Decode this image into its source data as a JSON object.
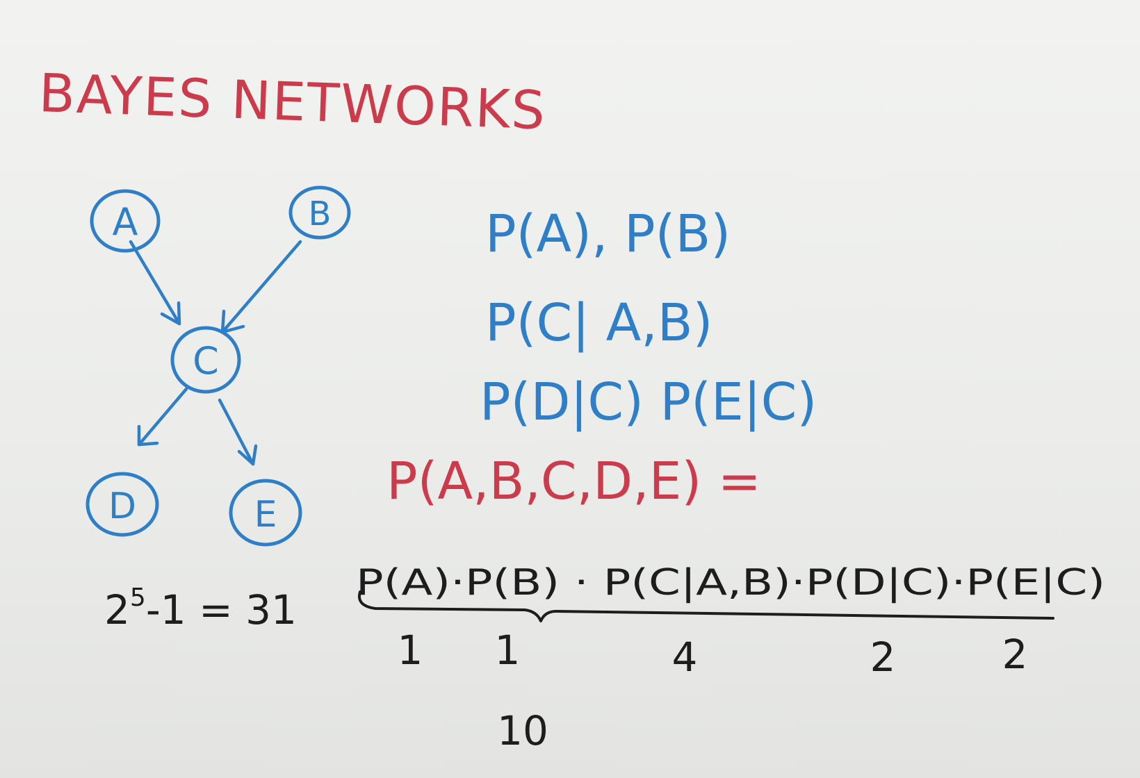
{
  "title": "BAYES NETWORKS",
  "colors": {
    "title": "#cc3b4c",
    "network": "#2f7fc8",
    "joint": "#cc3b4c",
    "math": "#1d1d1d"
  },
  "nodes": [
    {
      "id": "A",
      "label": "A"
    },
    {
      "id": "B",
      "label": "B"
    },
    {
      "id": "C",
      "label": "C"
    },
    {
      "id": "D",
      "label": "D"
    },
    {
      "id": "E",
      "label": "E"
    }
  ],
  "edges": [
    {
      "from": "A",
      "to": "C"
    },
    {
      "from": "B",
      "to": "C"
    },
    {
      "from": "C",
      "to": "D"
    },
    {
      "from": "C",
      "to": "E"
    }
  ],
  "full_joint": {
    "base": "2",
    "exponent": "5",
    "rest": "-1 = 31"
  },
  "factors": {
    "line1": "P(A), P(B)",
    "line2": "P(C| A,B)",
    "line3": "P(D|C)  P(E|C)"
  },
  "joint": {
    "lhs": "P(A,B,C,D,E) =",
    "rhs": "P(A)·P(B) · P(C|A,B)·P(D|C)·P(E|C)"
  },
  "counts": {
    "a": "1",
    "b": "1",
    "c": "4",
    "d": "2",
    "e": "2",
    "total": "10"
  }
}
